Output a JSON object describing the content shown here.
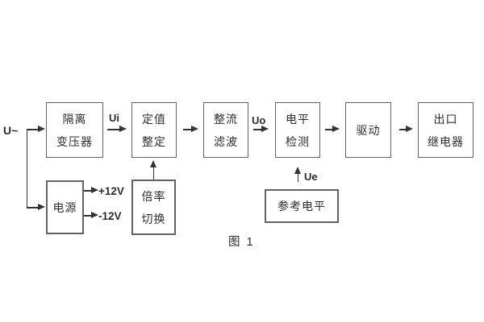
{
  "figure": {
    "caption": "图 1",
    "colors": {
      "line": "#333333",
      "border": "#636363",
      "text": "#2d2d2d",
      "background": "#ffffff"
    }
  },
  "labels": {
    "input": "U~",
    "ui": "Ui",
    "uo": "Uo",
    "ue": "Ue",
    "plus12v": "+12V",
    "minus12v": "-12V"
  },
  "blocks": {
    "isolation_transformer": {
      "line1": "隔离",
      "line2": "变压器"
    },
    "setting": {
      "line1": "定值",
      "line2": "整定"
    },
    "rectifier_filter": {
      "line1": "整流",
      "line2": "滤波"
    },
    "level_detect": {
      "line1": "电平",
      "line2": "检测"
    },
    "drive": {
      "label": "驱动"
    },
    "output_relay": {
      "line1": "出口",
      "line2": "继电器"
    },
    "power": {
      "label": "电源"
    },
    "ratio_switch": {
      "line1": "倍率",
      "line2": "切换"
    },
    "reference_level": {
      "label": "参考电平"
    }
  }
}
